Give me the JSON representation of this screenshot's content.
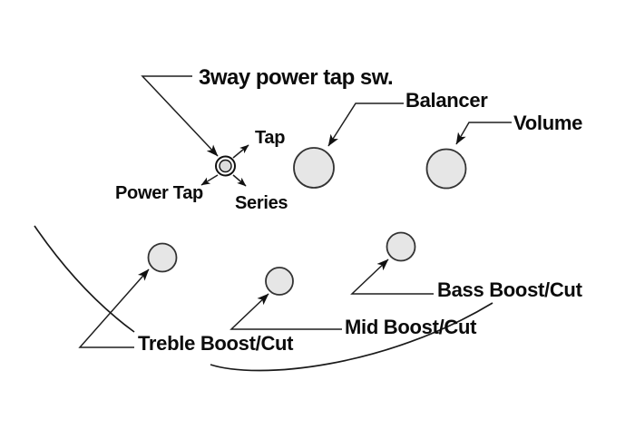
{
  "diagram": {
    "kind": "bass-guitar-control-layout",
    "labels": {
      "switch_title": "3way power tap sw.",
      "switch_pos_tap": "Tap",
      "switch_pos_power_tap": "Power Tap",
      "switch_pos_series": "Series",
      "balancer": "Balancer",
      "volume": "Volume",
      "bass": "Bass Boost/Cut",
      "mid": "Mid Boost/Cut",
      "treble": "Treble Boost/Cut"
    },
    "controls": [
      {
        "id": "power-tap-switch",
        "type": "3-way switch",
        "label": "3way power tap sw.",
        "positions": [
          "Tap",
          "Series",
          "Power Tap"
        ]
      },
      {
        "id": "balancer-knob",
        "type": "knob",
        "label": "Balancer"
      },
      {
        "id": "volume-knob",
        "type": "knob",
        "label": "Volume"
      },
      {
        "id": "treble-knob",
        "type": "knob",
        "label": "Treble Boost/Cut"
      },
      {
        "id": "mid-knob",
        "type": "knob",
        "label": "Mid Boost/Cut"
      },
      {
        "id": "bass-knob",
        "type": "knob",
        "label": "Bass Boost/Cut"
      }
    ],
    "colors": {
      "background": "#ffffff",
      "line": "#1a1a1a",
      "knob_fill": "#e6e6e6",
      "knob_stroke": "#333333",
      "text": "#0b0b0b"
    }
  }
}
